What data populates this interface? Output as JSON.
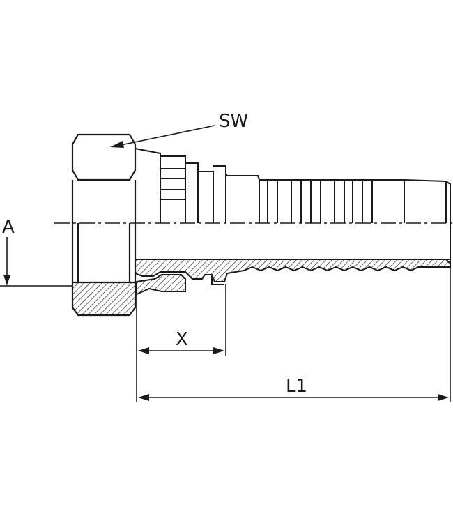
{
  "labels": {
    "sw": "SW",
    "a": "A",
    "x": "X",
    "l1": "L1"
  },
  "colors": {
    "line": "#1a1a1a",
    "background": "#ffffff"
  }
}
